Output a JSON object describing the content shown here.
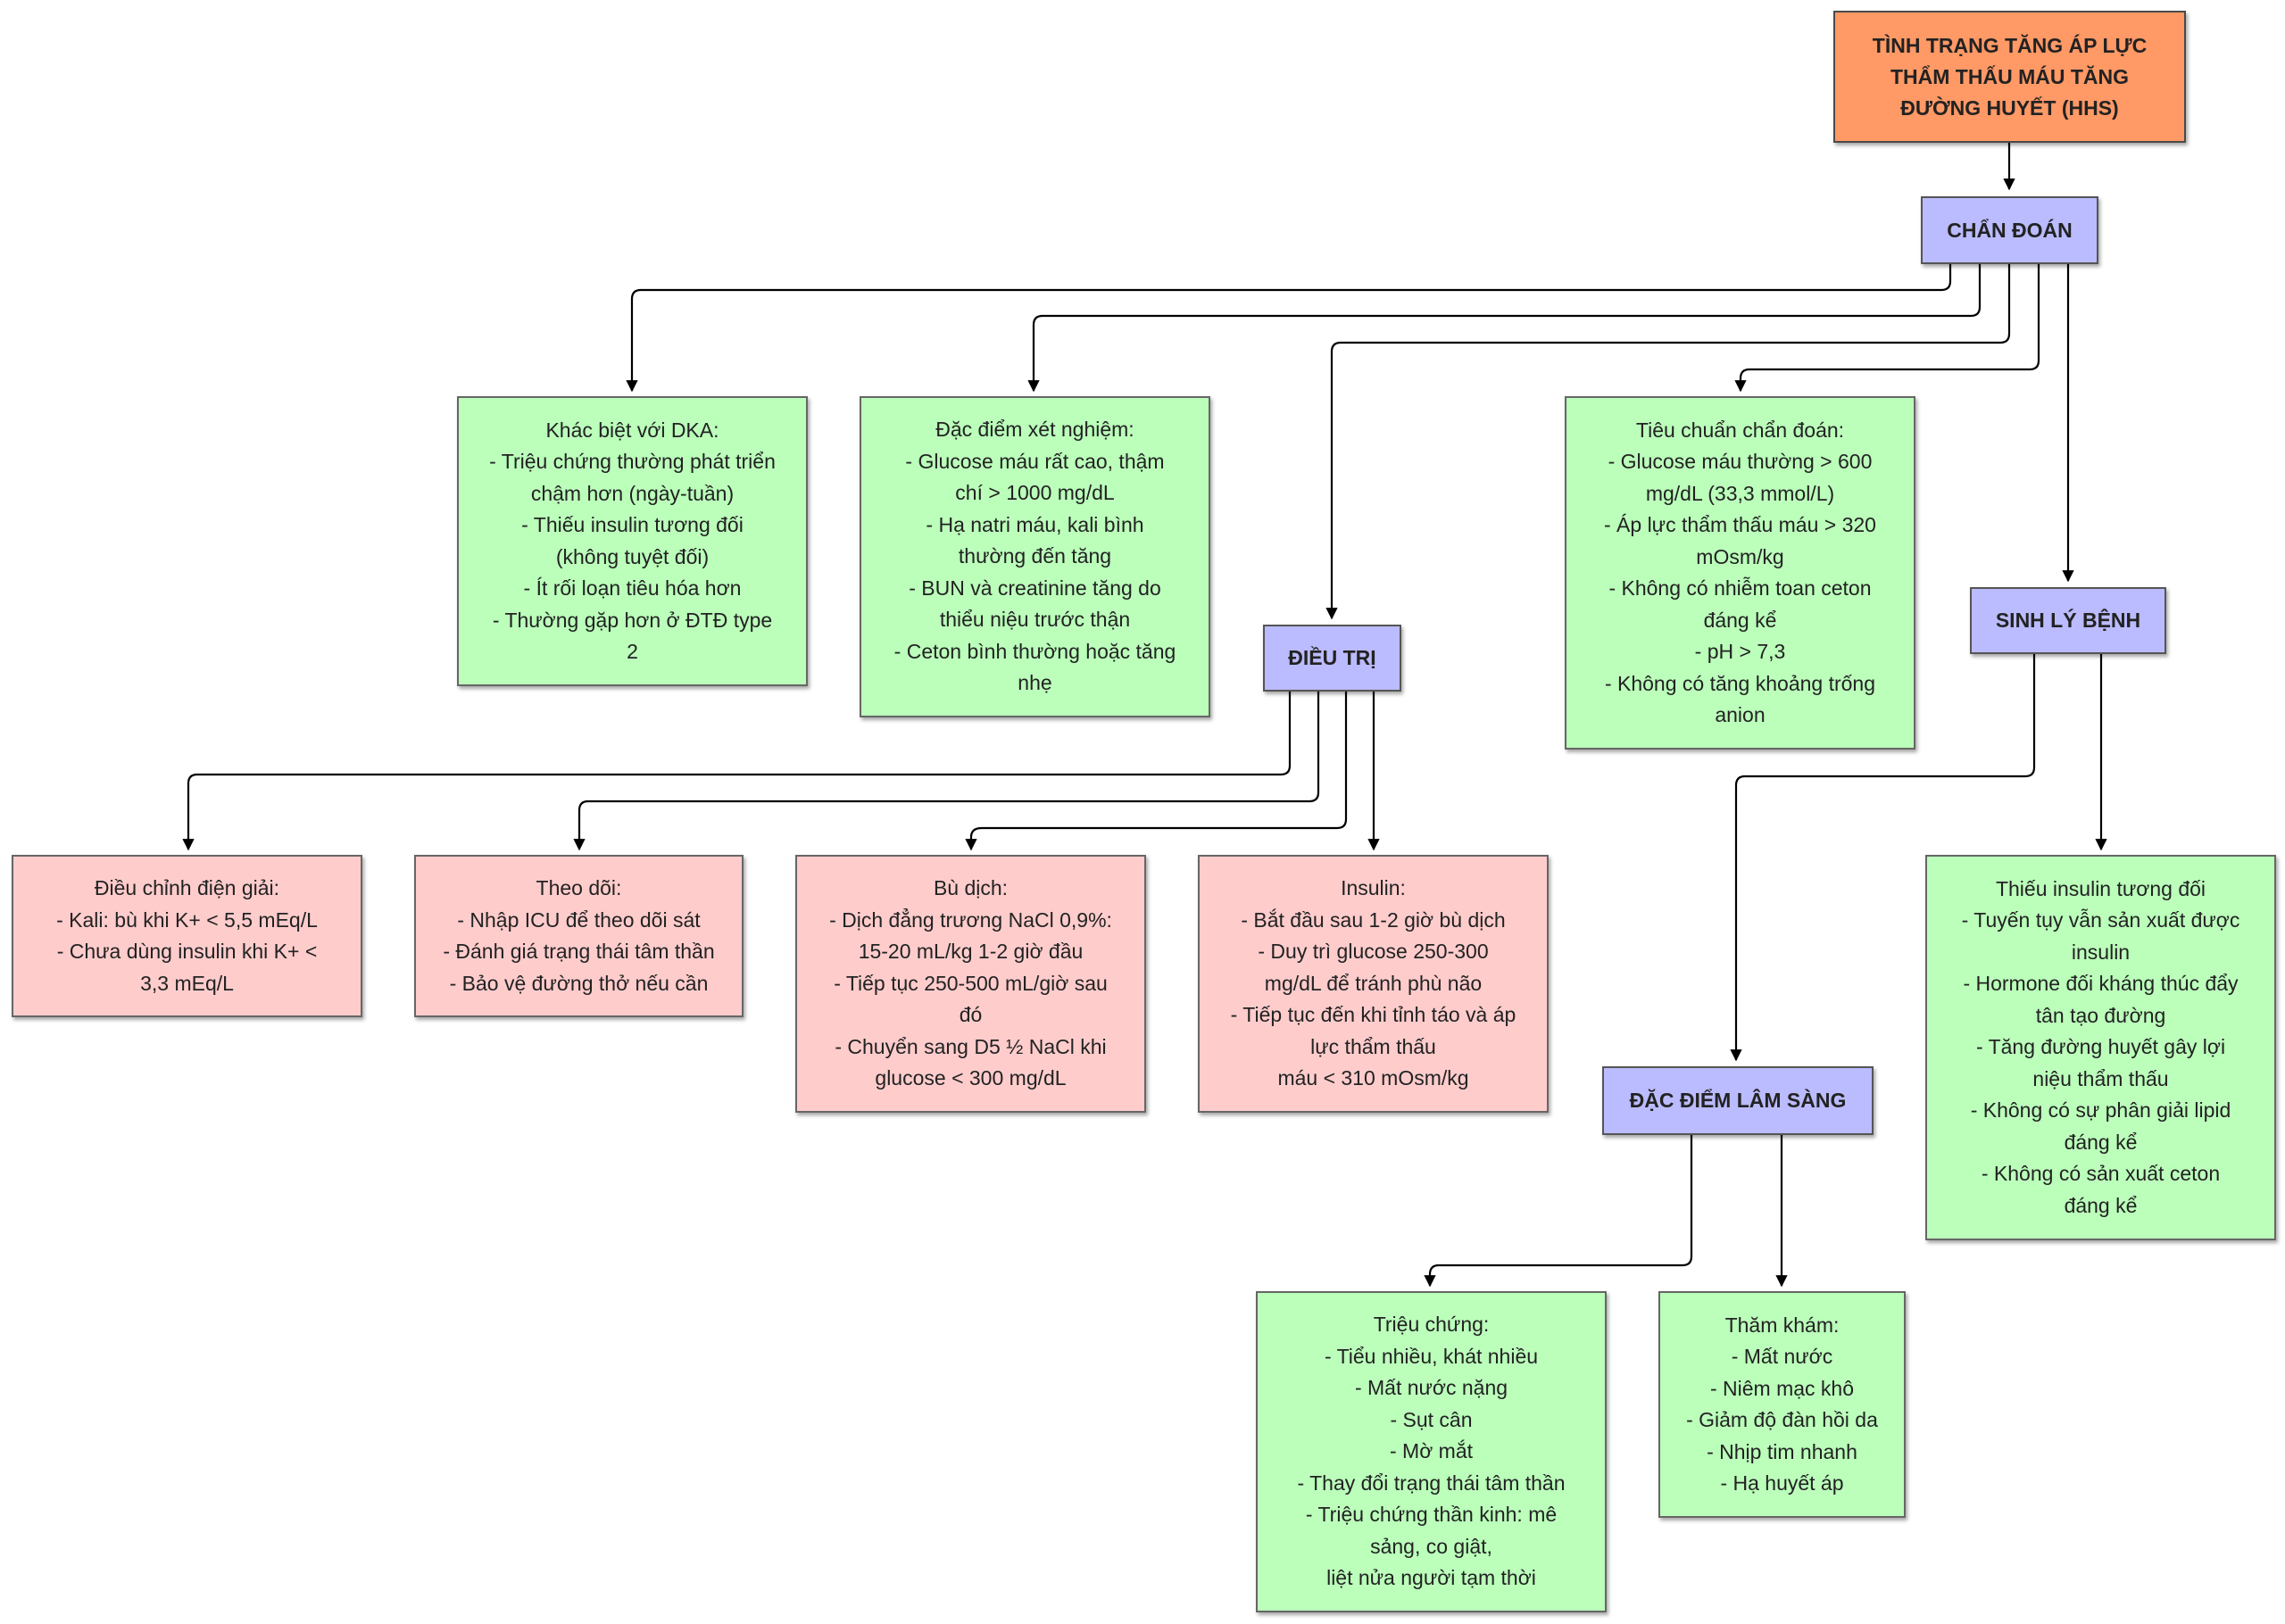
{
  "nodes": {
    "root": [
      "TÌNH TRẠNG TĂNG ÁP LỰC",
      "THẨM THẤU MÁU TĂNG",
      "ĐƯỜNG HUYẾT (HHS)"
    ],
    "chan_doan": "CHẨN ĐOÁN",
    "dieu_tri": "ĐIỀU TRỊ",
    "sinh_ly_benh": "SINH LÝ BỆNH",
    "dac_diem_lam_sang": "ĐẶC ĐIỂM LÂM SÀNG",
    "khac_biet_dka": [
      "Khác biệt với DKA:",
      "- Triệu chứng thường phát triển",
      "chậm hơn (ngày-tuần)",
      "- Thiếu insulin tương đối",
      "(không tuyệt đối)",
      "- Ít rối loạn tiêu hóa hơn",
      "- Thường gặp hơn ở ĐTĐ type",
      "2"
    ],
    "dac_diem_xet_nghiem": [
      "Đặc điểm xét nghiệm:",
      "- Glucose máu rất cao, thậm",
      "chí > 1000 mg/dL",
      "- Hạ natri máu, kali bình",
      "thường đến tăng",
      "- BUN và creatinine tăng do",
      "thiểu niệu trước thận",
      "- Ceton bình thường hoặc tăng",
      "nhẹ"
    ],
    "tieu_chuan": [
      "Tiêu chuẩn chẩn đoán:",
      "- Glucose máu thường > 600",
      "mg/dL (33,3 mmol/L)",
      "- Áp lực thẩm thấu máu > 320",
      "mOsm/kg",
      "- Không có nhiễm toan ceton",
      "đáng kể",
      "- pH > 7,3",
      "- Không có tăng khoảng trống",
      "anion"
    ],
    "dieu_chinh_dien_giai": [
      "Điều chỉnh điện giải:",
      "- Kali: bù khi K+ < 5,5 mEq/L",
      "- Chưa dùng insulin khi K+ <",
      "3,3 mEq/L"
    ],
    "theo_doi": [
      "Theo dõi:",
      "- Nhập ICU để theo dõi sát",
      "- Đánh giá trạng thái tâm thần",
      "- Bảo vệ đường thở nếu cần"
    ],
    "bu_dich": [
      "Bù dịch:",
      "- Dịch đẳng trương NaCl 0,9%:",
      "15-20 mL/kg 1-2 giờ đầu",
      "- Tiếp tục 250-500 mL/giờ sau",
      "đó",
      "- Chuyển sang D5 ½ NaCl khi",
      "glucose < 300 mg/dL"
    ],
    "insulin": [
      "Insulin:",
      "- Bắt đầu sau 1-2 giờ bù dịch",
      "- Duy trì glucose 250-300",
      "mg/dL để tránh phù não",
      "- Tiếp tục đến khi tỉnh táo và áp",
      "lực thẩm thấu",
      "máu < 310 mOsm/kg"
    ],
    "thieu_insulin": [
      "Thiếu insulin tương đối",
      "- Tuyến tụy vẫn sản xuất được",
      "insulin",
      "- Hormone đối kháng thúc đẩy",
      "tân tạo đường",
      "- Tăng đường huyết gây lợi",
      "niệu thẩm thấu",
      "- Không có sự phân giải lipid",
      "đáng kể",
      "- Không có sản xuất ceton",
      "đáng kể"
    ],
    "trieu_chung": [
      "Triệu chứng:",
      "- Tiểu nhiều, khát nhiều",
      "- Mất nước nặng",
      "- Sụt cân",
      "- Mờ mắt",
      "- Thay đổi trạng thái tâm thần",
      "- Triệu chứng thần kinh: mê",
      "sảng, co giật,",
      "liệt nửa người tạm thời"
    ],
    "tham_kham": [
      "Thăm khám:",
      "- Mất nước",
      "- Niêm mạc khô",
      "- Giảm độ đàn hồi da",
      "- Nhịp tim nhanh",
      "- Hạ huyết áp"
    ]
  },
  "colors": {
    "root": "#ff9966",
    "header": "#bbbbff",
    "green": "#bbffbb",
    "pink": "#ffcccc",
    "edge": "#000000"
  }
}
